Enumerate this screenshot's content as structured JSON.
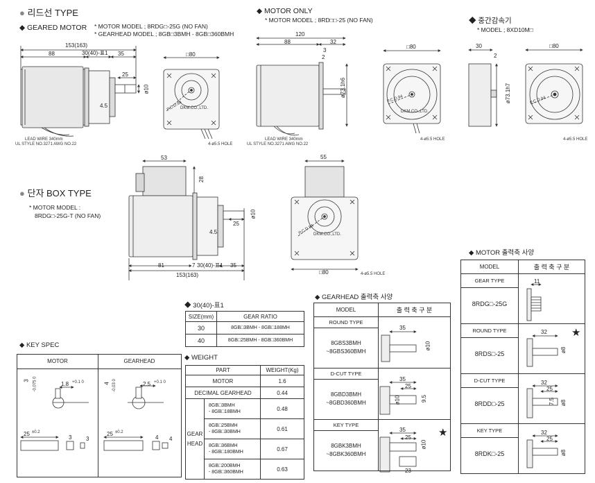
{
  "sections": {
    "lead_wire_type": {
      "title": "리드선 TYPE",
      "bullet": "●"
    },
    "geared_motor": {
      "title": "GEARED MOTOR",
      "model_line1": "* MOTOR MODEL ; 8RDG□-25G (NO FAN)",
      "model_line2": "* GEARHEAD MODEL ; 8GB□3BMH - 8GB□360BMH",
      "dims": {
        "overall": "153(163)",
        "d88": "88",
        "d30": "30(40)-표1",
        "d35": "35",
        "d25": "25",
        "shaft": "ø10",
        "d45": "4.5",
        "sq": "□80",
        "pcd": "P.C.D.94",
        "hole": "4-ø5.5 HOLE",
        "brand": "DKM.CO.,LTD."
      },
      "lead_note1": "LEAD WIRE 340mm",
      "lead_note2": "UL STYLE NO.3271 AWG NO.22"
    },
    "motor_only": {
      "title": "MOTOR ONLY",
      "model": "* MOTOR MODEL ; 8RD□□-25 (NO FAN)",
      "dims": {
        "d120": "120",
        "d88": "88",
        "d32": "32",
        "d3": "3",
        "d2": "2",
        "shaft": "ø73.1h6",
        "sq": "□80",
        "pcd": "P.C.D.94",
        "hole": "4-ø5.5 HOLE",
        "brand": "DKM.CO.,LTD."
      },
      "lead_note1": "LEAD WIRE 340mm",
      "lead_note2": "UL STYLE NO.3271 AWG NO.22"
    },
    "decimal_gearhead": {
      "title": "중간감속기",
      "model": "* MODEL ; 8XD10M□",
      "dims": {
        "d30": "30",
        "d2": "2",
        "shaft": "ø73.1h7",
        "sq": "□80",
        "pcd": "P.C.D.94",
        "hole": "4-ø5.5 HOLE"
      }
    },
    "terminal_box": {
      "title": "단자 BOX TYPE",
      "model_line1": "* MOTOR MODEL :",
      "model_line2": "8RDG□-25G-T (NO FAN)",
      "dims": {
        "d53": "53",
        "d28": "28",
        "d81": "81",
        "d7": "7",
        "d30": "30(40)-표1",
        "d35": "35",
        "overall": "153(163)",
        "d25": "25",
        "shaft": "ø10",
        "d45": "4.5",
        "d55": "55",
        "sq": "□80",
        "pcd": "P.C.D.94",
        "hole": "4-ø5.5 HOLE",
        "brand": "DKM.CO.,LTD."
      }
    }
  },
  "table1": {
    "title": "30(40)-표1",
    "headers": [
      "SIZE(mm)",
      "GEAR RATIO"
    ],
    "rows": [
      [
        "30",
        "8GB□3BMH - 8GB□188MH"
      ],
      [
        "40",
        "8GB□25BMH - 8GB□360BMH"
      ]
    ]
  },
  "weight": {
    "title": "WEIGHT",
    "headers": [
      "PART",
      "WEIGHT(Kg)"
    ],
    "rows": [
      {
        "part": "MOTOR",
        "value": "1.6"
      },
      {
        "part": "DECIMAL GEARHEAD",
        "value": "0.44"
      }
    ],
    "gear_label1": "GEAR",
    "gear_label2": "HEAD",
    "gear_rows": [
      {
        "l1": "8GB□3BMH",
        "l2": "- 8GB□18BMH",
        "value": "0.48"
      },
      {
        "l1": "8GB□25BMH",
        "l2": "- 8GB□30BMH",
        "value": "0.61"
      },
      {
        "l1": "8GB□36BMH",
        "l2": "- 8GB□180BMH",
        "value": "0.67"
      },
      {
        "l1": "8GB□200BMH",
        "l2": "- 8GB□360BMH",
        "value": "0.63"
      }
    ]
  },
  "key_spec": {
    "title": "KEY SPEC",
    "headers": [
      "MOTOR",
      "GEARHEAD"
    ],
    "motor": {
      "d3": "3",
      "tol3": "-0.075 0",
      "d18": "1.8",
      "tol18": "+0.1 0",
      "d25": "25",
      "tol25": "±0.2",
      "dk3": "3",
      "dk3b": "3"
    },
    "gear": {
      "d4": "4",
      "tol4": "-0.03 0",
      "d25": "2.5",
      "tol25": "+0.1 0",
      "dl25": "25",
      "toll": "±0.2",
      "dk4": "4",
      "dk4b": "4"
    }
  },
  "gearhead_shaft": {
    "title": "GEARHEAD 출력축 사양",
    "headers": [
      "MODEL",
      "출 력 축  구 분"
    ],
    "rows": [
      {
        "type": "ROUND TYPE",
        "model1": "8GBS3BMH",
        "model2": "~8GBS360BMH",
        "d1": "35",
        "d2": "",
        "dia": "ø10",
        "star": false
      },
      {
        "type": "D-CUT TYPE",
        "model1": "8GBD3BMH",
        "model2": "~8GBD360BMH",
        "d1": "35",
        "d2": "25",
        "dia": "ø10",
        "d3": "9.5",
        "star": false
      },
      {
        "type": "KEY TYPE",
        "model1": "8GBK3BMH",
        "model2": "~8GBK360BMH",
        "d1": "35",
        "d2": "25",
        "dia": "ø10",
        "d3": "23",
        "star": true
      }
    ]
  },
  "motor_shaft": {
    "title": "MOTOR 출력축 사양",
    "headers": [
      "MODEL",
      "출 력 축  구 분"
    ],
    "rows": [
      {
        "type": "GEAR TYPE",
        "model": "8RDG□-25G",
        "d1": "11",
        "star": false
      },
      {
        "type": "ROUND TYPE",
        "model": "8RDS□-25",
        "d1": "32",
        "dia": "ø8",
        "star": true
      },
      {
        "type": "D-CUT TYPE",
        "model": "8RDD□-25",
        "d1": "32",
        "d2": "25",
        "dia": "ø8",
        "d3": "7.5",
        "star": false
      },
      {
        "type": "KEY TYPE",
        "model": "8RDK□-25",
        "d1": "32",
        "d2": "25",
        "dia": "ø8",
        "star": false
      }
    ]
  },
  "symbols": {
    "diamond": "◆",
    "dot": "●",
    "star": "★"
  }
}
